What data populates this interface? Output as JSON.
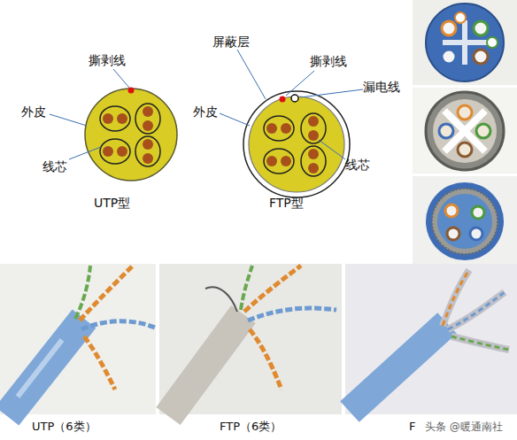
{
  "diagram": {
    "labels": [
      "撕剥线",
      "外皮",
      "线芯",
      "UTP型",
      "屏蔽层",
      "撕剥线",
      "漏电线",
      "外皮",
      "线芯",
      "FTP型",
      "UTP（6类）",
      "FTP（6类）",
      "F",
      "头条 @暖通南社"
    ]
  }
}
